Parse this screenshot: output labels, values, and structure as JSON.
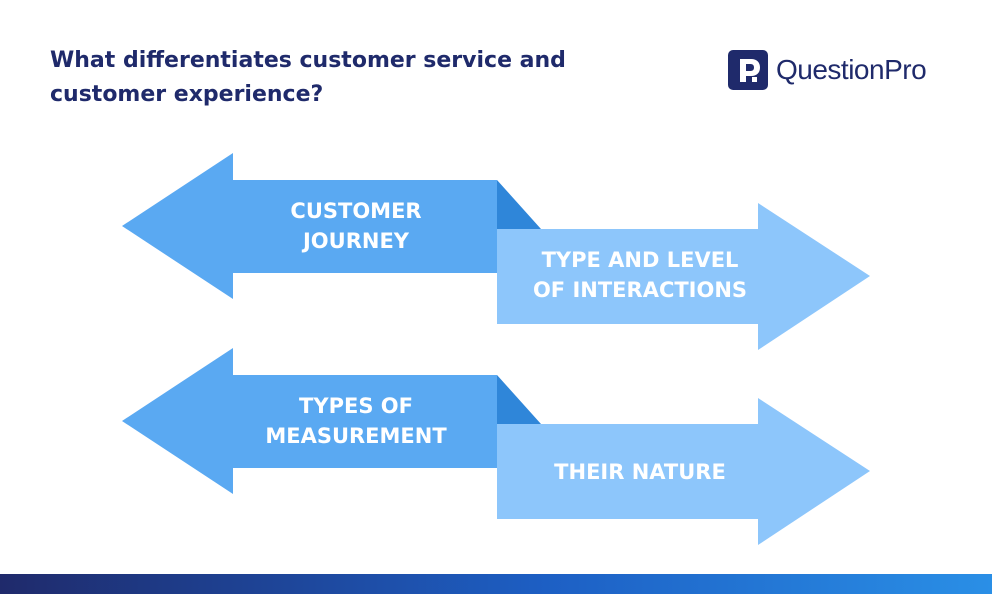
{
  "header": {
    "title": "What differentiates customer service and customer experience?"
  },
  "logo": {
    "mark_letter": "P",
    "text": "QuestionPro"
  },
  "diagram": {
    "colors": {
      "left_arrow": "#5aa9f2",
      "right_arrow": "#8dc6fb",
      "fold": "#2f86d9",
      "navy": "#1f2a6b"
    },
    "pairs": [
      {
        "left_label": "CUSTOMER\nJOURNEY",
        "right_label": "TYPE AND LEVEL\nOF INTERACTIONS"
      },
      {
        "left_label": "TYPES OF\nMEASUREMENT",
        "right_label": "THEIR NATURE"
      }
    ]
  }
}
